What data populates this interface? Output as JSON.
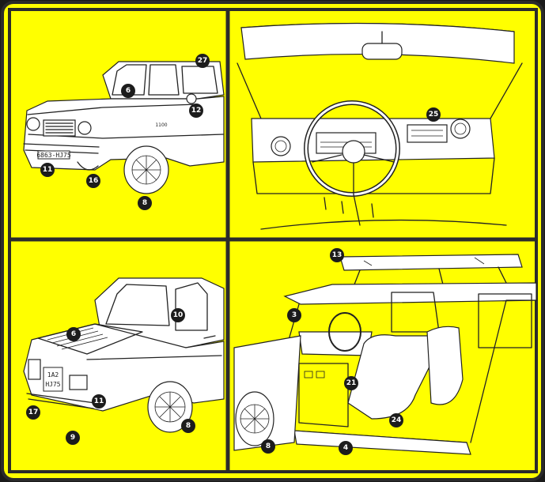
{
  "background_color": "#1a1a1a",
  "accent_color": "#ffff00",
  "border_color": "#2b2b2b",
  "marker_color": "#1c1c1c",
  "panels": [
    {
      "name": "front-exterior",
      "markers": [
        "27",
        "6",
        "12",
        "11",
        "16",
        "8"
      ]
    },
    {
      "name": "dashboard-interior",
      "markers": [
        "25"
      ]
    },
    {
      "name": "rear-exterior",
      "markers": [
        "6",
        "10",
        "17",
        "11",
        "9",
        "8"
      ]
    },
    {
      "name": "door-open-interior",
      "markers": [
        "13",
        "3",
        "21",
        "24",
        "8",
        "4"
      ]
    }
  ],
  "plate_front": "6863-HJ75",
  "plate_rear_line1": "1A2",
  "plate_rear_line2": "HJ75",
  "badge": "1100"
}
